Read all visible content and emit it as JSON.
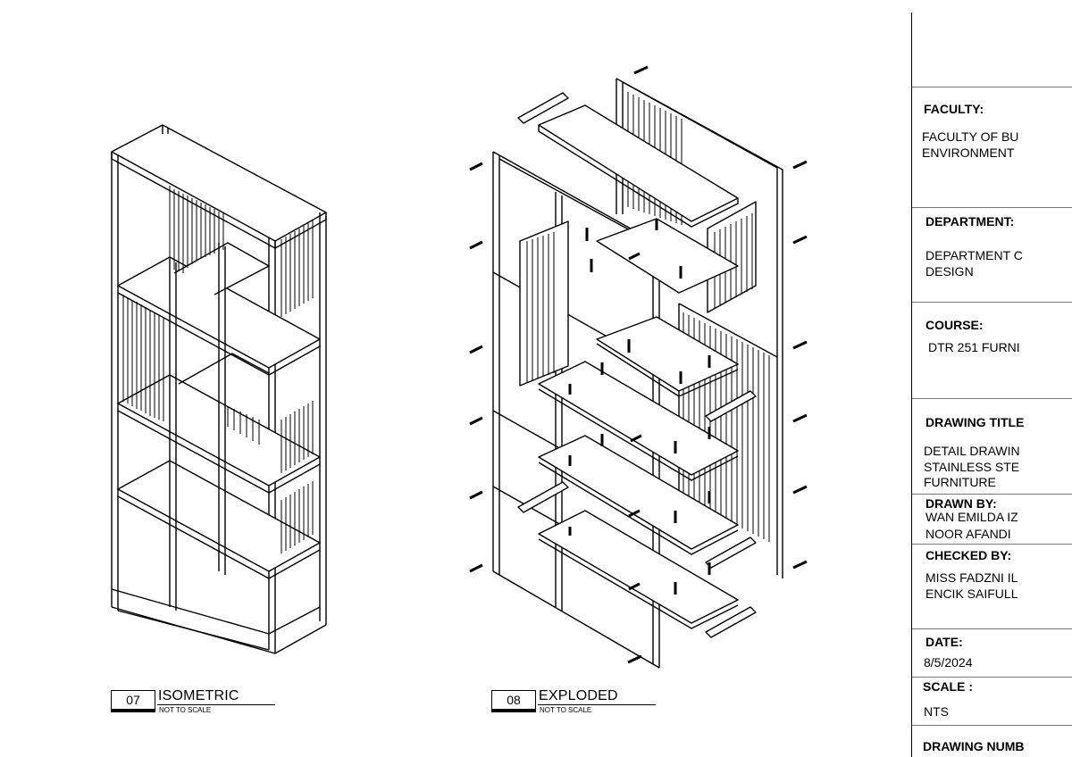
{
  "views": [
    {
      "number": "07",
      "title": "ISOMETRIC",
      "scale_note": "NOT TO SCALE"
    },
    {
      "number": "08",
      "title": "EXPLODED",
      "scale_note": "NOT TO SCALE"
    }
  ],
  "title_block": {
    "faculty_label": "FACULTY:",
    "faculty_value": [
      "FACULTY OF BU",
      "ENVIRONMENT"
    ],
    "department_label": "DEPARTMENT:",
    "department_value": [
      "DEPARTMENT C",
      "DESIGN"
    ],
    "course_label": "COURSE:",
    "course_value": [
      "DTR 251 FURNI"
    ],
    "drawing_title_label": "DRAWING TITLE",
    "drawing_title_value": [
      "DETAIL DRAWIN",
      "STAINLESS STE",
      "FURNITURE"
    ],
    "drawn_by_label": "DRAWN BY:",
    "drawn_by_value": [
      "WAN EMILDA IZ",
      "NOOR AFANDI"
    ],
    "checked_by_label": "CHECKED BY:",
    "checked_by_value": [
      "MISS FADZNI IL",
      "ENCIK SAIFULL"
    ],
    "date_label": "DATE:",
    "date_value": "8/5/2024",
    "scale_label": "SCALE :",
    "scale_value": "NTS",
    "drawing_number_label": "DRAWING NUMB"
  }
}
